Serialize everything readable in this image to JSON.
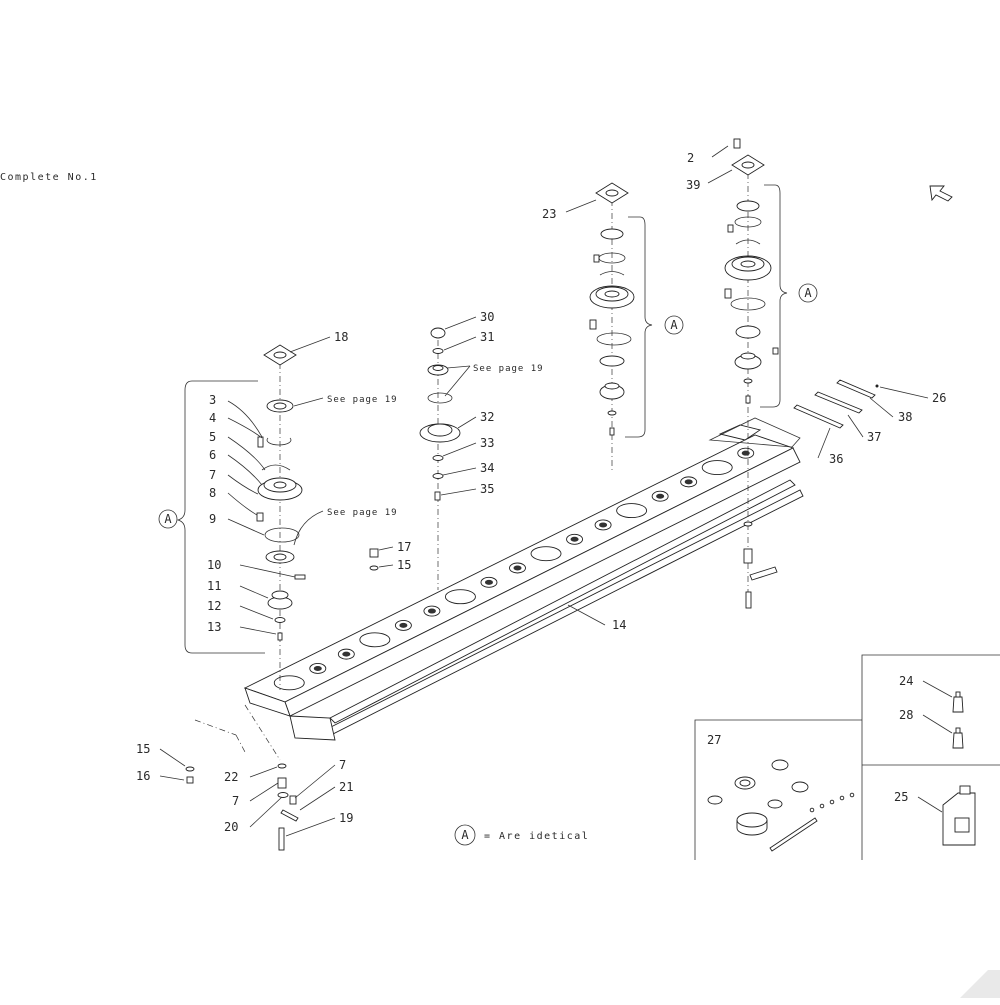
{
  "header": {
    "title": "Complete No.1"
  },
  "legend": {
    "symbol": "A",
    "text": "= Are idetical"
  },
  "refs": {
    "see_page_1": "See page 19",
    "see_page_2": "See page 19",
    "see_page_3": "See page 19"
  },
  "group_marks": {
    "left": "A",
    "mid": "A",
    "right": "A"
  },
  "callouts": {
    "p2": "2",
    "p39": "39",
    "p23": "23",
    "p18": "18",
    "p3": "3",
    "p4": "4",
    "p5": "5",
    "p6": "6",
    "p7": "7",
    "p8": "8",
    "p9": "9",
    "p10": "10",
    "p11": "11",
    "p12": "12",
    "p13": "13",
    "p30": "30",
    "p31": "31",
    "p32": "32",
    "p33": "33",
    "p34": "34",
    "p35": "35",
    "p17": "17",
    "p15": "15",
    "p14": "14",
    "p26": "26",
    "p38": "38",
    "p37": "37",
    "p36": "36",
    "p15b": "15",
    "p16": "16",
    "p22": "22",
    "p7b": "7",
    "p7c": "7",
    "p20": "20",
    "p21": "21",
    "p19": "19",
    "p24": "24",
    "p28": "28",
    "p27": "27",
    "p25": "25"
  },
  "icons": [
    "direction-arrow-icon",
    "brand-logo-icon"
  ]
}
